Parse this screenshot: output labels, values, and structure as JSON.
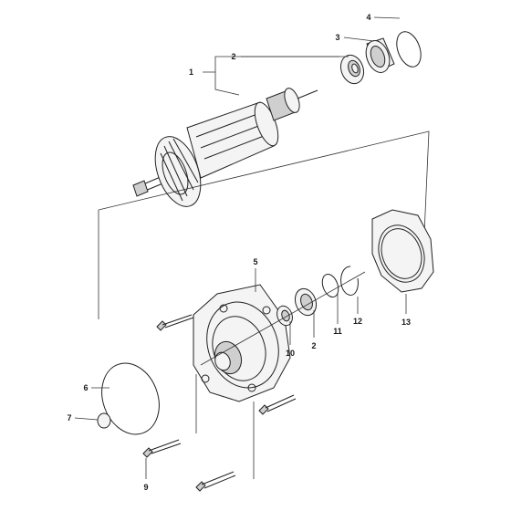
{
  "diagram": {
    "labels": [
      "1",
      "2",
      "3",
      "4",
      "5",
      "6",
      "7",
      "9",
      "10",
      "2",
      "11",
      "12",
      "13"
    ]
  }
}
